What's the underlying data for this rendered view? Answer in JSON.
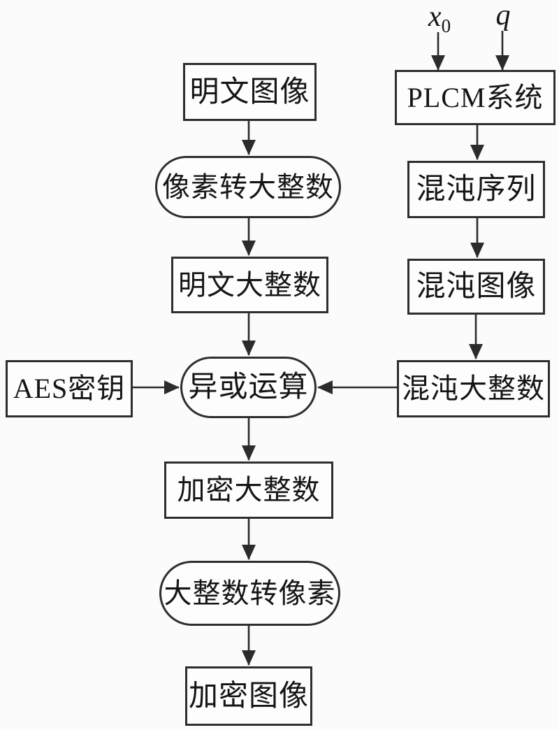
{
  "diagram": {
    "inputs": {
      "x0_base": "x",
      "x0_sub": "0",
      "q": "q"
    },
    "nodes": {
      "plaintext_image": "明文图像",
      "pixels_to_bigint": "像素转大整数",
      "plaintext_bigint": "明文大整数",
      "aes_key": "AES密钥",
      "xor_operation": "异或运算",
      "plcm_system": "PLCM系统",
      "chaotic_sequence": "混沌序列",
      "chaotic_image": "混沌图像",
      "chaotic_bigint": "混沌大整数",
      "encrypted_bigint": "加密大整数",
      "bigint_to_pixels": "大整数转像素",
      "encrypted_image": "加密图像"
    },
    "colors": {
      "background": "#fbfbfb",
      "box_fill": "#fdfdfd",
      "box_border": "#2e2e2e",
      "line": "#2b2b2b",
      "text": "#151515"
    }
  }
}
